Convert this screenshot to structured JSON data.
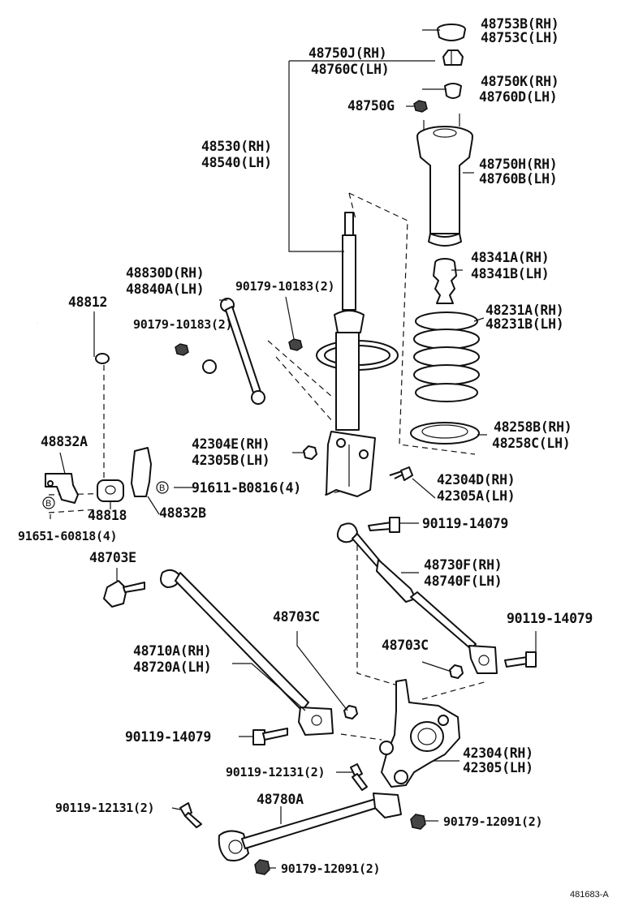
{
  "labels": {
    "l48753B": "48753B(RH)",
    "l48753C": "48753C(LH)",
    "l48750J": "48750J(RH)",
    "l48760C": "48760C(LH)",
    "l48750K": "48750K(RH)",
    "l48760D": "48760D(LH)",
    "l48750G": "48750G",
    "l48530": "48530(RH)",
    "l48540": "48540(LH)",
    "l48750H": "48750H(RH)",
    "l48760B": "48760B(LH)",
    "l48341A": "48341A(RH)",
    "l48341B": "48341B(LH)",
    "l48830D": "48830D(RH)",
    "l48840A": "48840A(LH)",
    "l90179_10183a": "90179-10183(2)",
    "l48812": "48812",
    "l90179_10183b": "90179-10183(2)",
    "l48231A": "48231A(RH)",
    "l48231B": "48231B(LH)",
    "l48258B": "48258B(RH)",
    "l48258C": "48258C(LH)",
    "l48832A": "48832A",
    "l42304E": "42304E(RH)",
    "l42305B": "42305B(LH)",
    "l91611": "91611-B0816(4)",
    "l42304D": "42304D(RH)",
    "l42305A": "42305A(LH)",
    "l48818": "48818",
    "l48832B": "48832B",
    "l91651": "91651-60818(4)",
    "l90119_14079a": "90119-14079",
    "l48703E": "48703E",
    "l48730F": "48730F(RH)",
    "l48740F": "48740F(LH)",
    "l48703Ca": "48703C",
    "l90119_14079b": "90119-14079",
    "l48710A": "48710A(RH)",
    "l48720A": "48720A(LH)",
    "l48703Cb": "48703C",
    "l90119_14079c": "90119-14079",
    "l42304": "42304(RH)",
    "l42305": "42305(LH)",
    "l90119_12131a": "90119-12131(2)",
    "l48780A": "48780A",
    "l90119_12131b": "90119-12131(2)",
    "l90179_12091a": "90179-12091(2)",
    "l90179_12091b": "90179-12091(2)",
    "b_marker": "B",
    "ref_code": "481683-A"
  }
}
